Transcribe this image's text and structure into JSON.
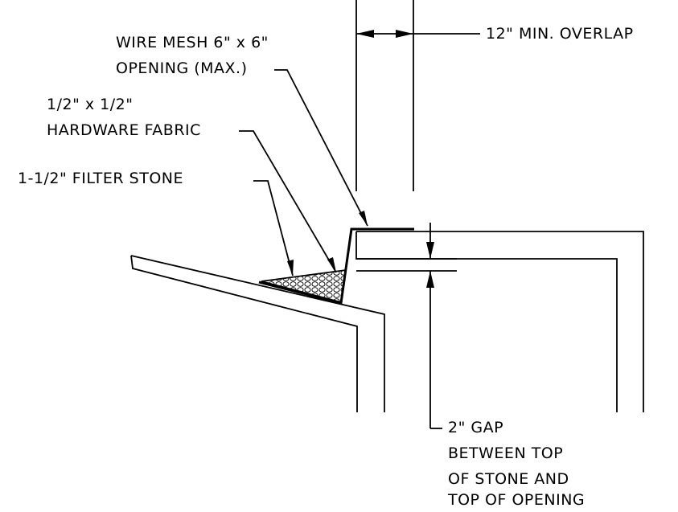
{
  "labels": {
    "overlap": "12\" MIN. OVERLAP",
    "wire_mesh_line1": "WIRE MESH 6\" x 6\"",
    "wire_mesh_line2": "OPENING (MAX.)",
    "fabric_line1": "1/2\" x 1/2\"",
    "fabric_line2": "HARDWARE FABRIC",
    "filter_stone": "1-1/2\" FILTER STONE",
    "gap_line1": "2\" GAP",
    "gap_line2": "BETWEEN TOP",
    "gap_line3": "OF STONE AND",
    "gap_line4": "TOP OF OPENING"
  },
  "colors": {
    "line": "#000000",
    "background": "#ffffff"
  }
}
